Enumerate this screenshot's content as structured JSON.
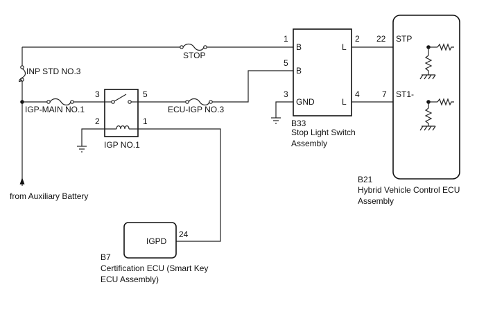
{
  "labels": {
    "stop_fuse": "STOP",
    "inp_std_fuse": "INP STD NO.3",
    "igp_main_fuse": "IGP-MAIN NO.1",
    "ecu_igp_fuse": "ECU-IGP NO.3",
    "igp_relay": "IGP NO.1",
    "from_battery": "from Auxiliary Battery"
  },
  "relay_pins": {
    "p3": "3",
    "p5": "5",
    "p2": "2",
    "p1": "1"
  },
  "b33": {
    "code": "B33",
    "name_line1": "Stop Light Switch",
    "name_line2": "Assembly",
    "pin1": "1",
    "pin5": "5",
    "pin3": "3",
    "pin2": "2",
    "pin4": "4",
    "term_b1": "B",
    "term_b2": "B",
    "term_gnd": "GND",
    "term_l1": "L",
    "term_l2": "L"
  },
  "b21": {
    "code": "B21",
    "name_line1": "Hybrid Vehicle Control ECU",
    "name_line2": "Assembly",
    "pin22": "22",
    "pin7": "7",
    "term_stp": "STP",
    "term_st1": "ST1-"
  },
  "b7": {
    "code": "B7",
    "name_line1": "Certification ECU (Smart Key",
    "name_line2": "ECU Assembly)",
    "pin24": "24",
    "term_igpd": "IGPD"
  },
  "colors": {
    "line": "#222222",
    "text": "#111111",
    "background": "#ffffff"
  }
}
